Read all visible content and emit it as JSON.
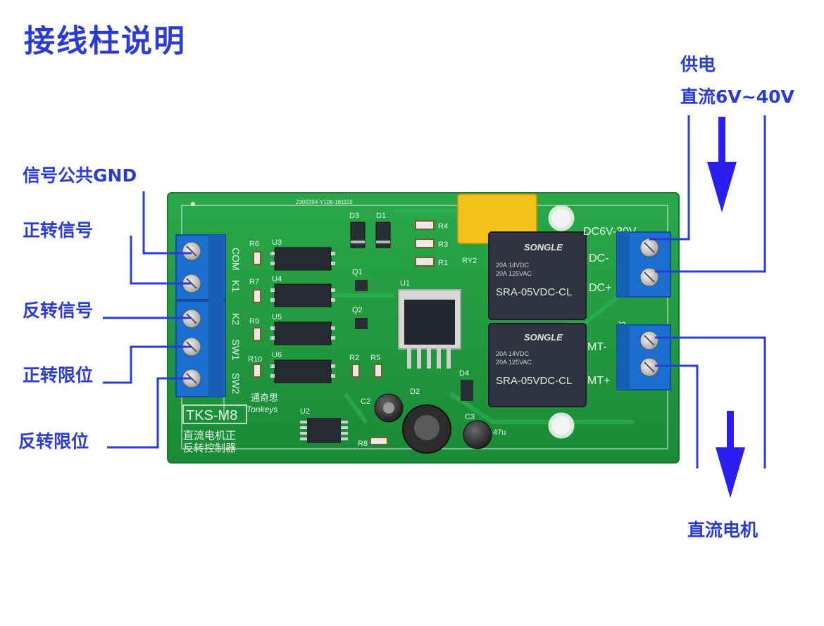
{
  "title": "接线柱说明",
  "labels": {
    "gnd": "信号公共GND",
    "fwd_signal": "正转信号",
    "rev_signal": "反转信号",
    "fwd_limit": "正转限位",
    "rev_limit": "反转限位",
    "power_line1": "供电",
    "power_line2": "直流6V~40V",
    "motor": "直流电机"
  },
  "board": {
    "serial": "2300394-Y108-181119",
    "model": "TKS-M8",
    "desc_line1": "直流电机正",
    "desc_line2": "反转控制器",
    "brand_cn": "通奇思",
    "brand_en": "Tonkeys",
    "left_terminals": [
      "COM",
      "K1",
      "K2",
      "SW1",
      "SW2"
    ],
    "power_rating": "DC6V-30V",
    "power_terminals": [
      "DC-",
      "DC+"
    ],
    "motor_header": "J2",
    "motor_terminals": [
      "MT-",
      "MT+"
    ],
    "relay_brand": "SONGLE",
    "relay_spec1": "20A 14VDC",
    "relay_spec2": "20A 125VAC",
    "relay_model": "SRA-05VDC-CL",
    "relay_ref": "RY2",
    "parts": {
      "r6": "R6",
      "r7": "R7",
      "r9": "R9",
      "r10": "R10",
      "u3": "U3",
      "u4": "U4",
      "u5": "U5",
      "u6": "U6",
      "d3": "D3",
      "d1": "D1",
      "r4": "R4",
      "r3": "R3",
      "r1": "R1",
      "q1": "Q1",
      "q2": "Q2",
      "u1": "U1",
      "r2": "R2",
      "r5": "R5",
      "d4": "D4",
      "d2": "D2",
      "c2": "C2",
      "u2": "U2",
      "r8": "R8",
      "c3": "C3",
      "cap_value": "47u"
    }
  },
  "colors": {
    "accent": "#2a3bd8",
    "arrow": "#2a1ef0",
    "pcb": "#1f9a3e",
    "terminal": "#1c6fd0",
    "relay": "#2f3440",
    "capacitor": "#f2c21b"
  }
}
